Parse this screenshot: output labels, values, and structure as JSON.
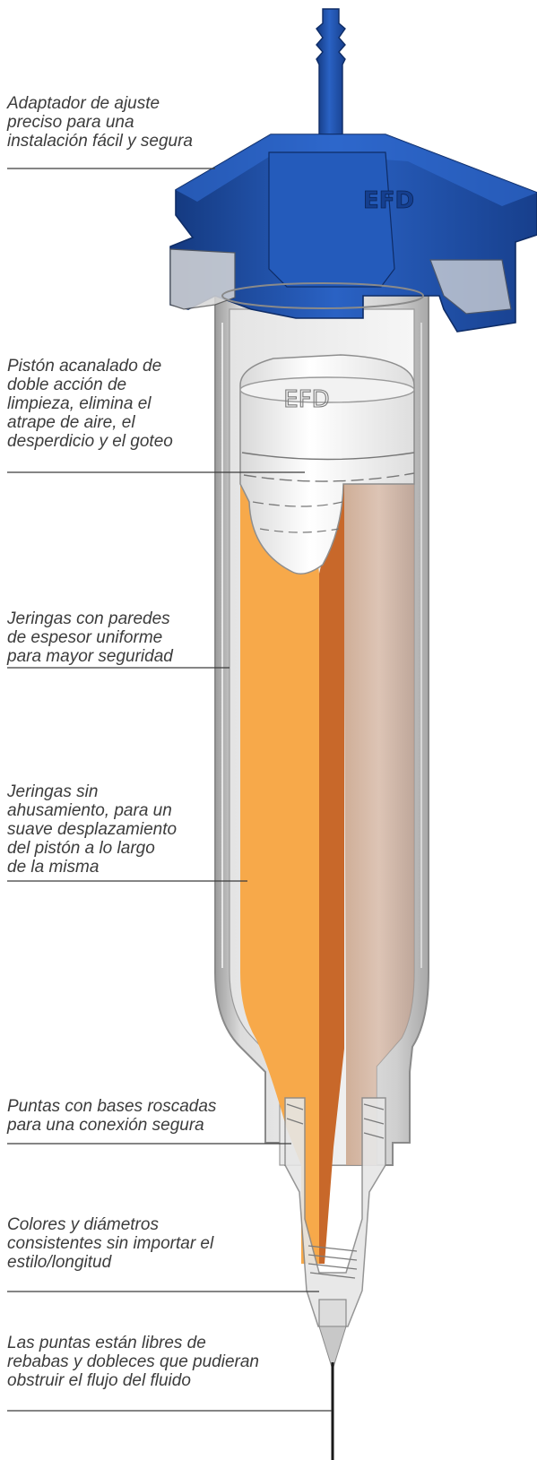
{
  "annotations": [
    {
      "text": "Adaptador de ajuste\npreciso para una\ninstalación fácil y segura"
    },
    {
      "text": "Pistón acanalado de\ndoble acción de\nlimpieza, elimina el\natrape de aire, el\ndesperdicio y el goteo"
    },
    {
      "text": "Jeringas con paredes\nde espesor uniforme\npara mayor seguridad"
    },
    {
      "text": "Jeringas sin\nahusamiento, para un\nsuave desplazamiento\ndel pistón a lo largo\nde la misma"
    },
    {
      "text": "Puntas con bases roscadas\npara una conexión segura"
    },
    {
      "text": "Colores y diámetros\nconsistentes sin importar el\nestilo/longitud"
    },
    {
      "text": "Las puntas están libres de\nrebabas y dobleces que pudieran\nobstruir el flujo del fluido"
    }
  ],
  "logo": {
    "adapter_mark": "EFD",
    "piston_mark": "EFD"
  },
  "colors": {
    "adapter_blue": "#1e4fa8",
    "fluid_orange": "#f7a94a",
    "fluid_dark": "#c8682a",
    "barrel_gray": "#c9c9c9",
    "label_text": "#3c3c3c"
  }
}
